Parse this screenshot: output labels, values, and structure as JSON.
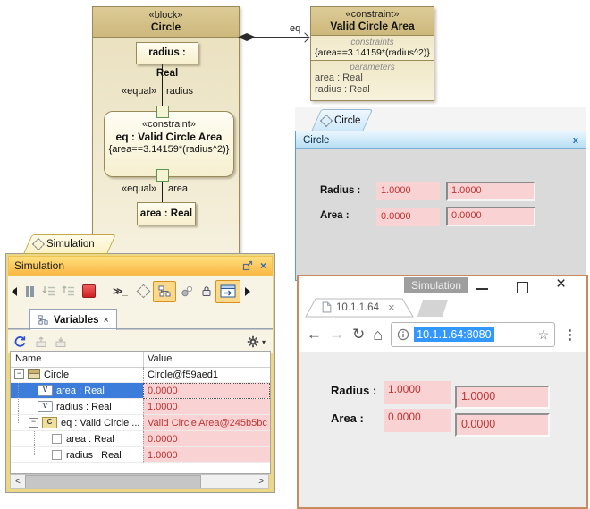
{
  "colors": {
    "block_tan_header": "#d5c188",
    "block_tan_body": "#f1e9cd",
    "block_border": "#9a8a58",
    "pink_field": "#f9d3d3",
    "error_red": "#c03333",
    "selection_blue": "#3c7ddc",
    "sim_header_orange": "#fbb844",
    "panel_gold": "#ecd884",
    "mockup_blue_header": "#b5ddf4",
    "browser_border": "#c98a5e",
    "url_selection_blue": "#3298fd"
  },
  "icons": {
    "close": "x",
    "close_bold": "×",
    "back": "←",
    "forward": "→",
    "reload": "↻",
    "home": "⌂",
    "star": "☆",
    "menu_dots": "⋮",
    "console": "≫_",
    "gear_caret": "▾",
    "expander_collapse": "−",
    "scroll_left": "<",
    "scroll_right": ">",
    "value_letter": "V",
    "constraint_letter": "C"
  },
  "diagram": {
    "block": {
      "stereotype": "«block»",
      "name": "Circle"
    },
    "radius_part": "radius : Real",
    "area_part": "area : Real",
    "binding_top": {
      "stereotype": "«equal»",
      "label": "radius"
    },
    "binding_bottom": {
      "stereotype": "«equal»",
      "label": "area"
    },
    "constraint_property": {
      "stereotype": "«constraint»",
      "name": "eq : Valid Circle Area",
      "expression": "{area==3.14159*(radius^2)}"
    },
    "connector_label": "eq",
    "constraint_block": {
      "stereotype": "«constraint»",
      "name": "Valid Circle Area",
      "constraints_caption": "constraints",
      "expression": "{area==3.14159*(radius^2)}",
      "parameters_caption": "parameters",
      "parameters": [
        "area : Real",
        "radius : Real"
      ]
    }
  },
  "circle_panel": {
    "tab_label": "Circle",
    "title": "Circle",
    "radius_label": "Radius :",
    "radius_value": "1.0000",
    "radius_input": "1.0000",
    "area_label": "Area :",
    "area_value": "0.0000",
    "area_input": "0.0000"
  },
  "simulation": {
    "tab_label": "Simulation",
    "title": "Simulation",
    "variables_tab": {
      "label": "Variables"
    },
    "table": {
      "columns": [
        "Name",
        "Value"
      ],
      "rows": [
        {
          "name": "Circle",
          "value": "Circle@f59aed1"
        },
        {
          "name": "area : Real",
          "value": "0.0000"
        },
        {
          "name": "radius : Real",
          "value": "1.0000"
        },
        {
          "name": "eq : Valid Circle ...",
          "value": "Valid Circle Area@245b5bc"
        },
        {
          "name": "area : Real",
          "value": "0.0000"
        },
        {
          "name": "radius : Real",
          "value": "1.0000"
        }
      ]
    }
  },
  "browser": {
    "window_title": "Simulation",
    "tab_title": "10.1.1.64",
    "url": "10.1.1.64:8080",
    "radius_label": "Radius :",
    "radius_value": "1.0000",
    "radius_input": "1.0000",
    "area_label": "Area :",
    "area_value": "0.0000",
    "area_input": "0.0000"
  }
}
